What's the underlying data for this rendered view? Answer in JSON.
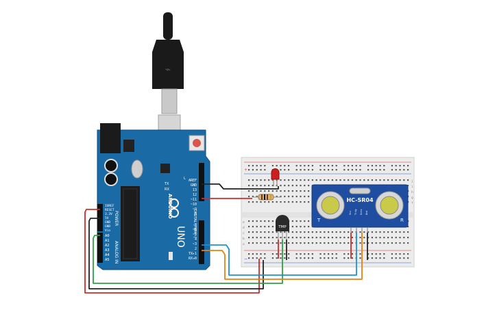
{
  "arduino": {
    "brand": "ARDUINO",
    "model": "UNO",
    "power_header_label": "POWER",
    "analog_header_label": "ANALOG IN",
    "digital_header_label": "DIGITAL (PWM~)",
    "power_pins": [
      "IOREF",
      "RESET",
      "3.3V",
      "5V",
      "GND",
      "GND",
      "Vin"
    ],
    "analog_pins": [
      "A0",
      "A1",
      "A2",
      "A3",
      "A4",
      "A5"
    ],
    "digital_top_pins": [
      "AREF",
      "GND",
      "13",
      "12",
      "~11",
      "~10",
      "~9",
      "8"
    ],
    "digital_bottom_pins": [
      "7",
      "~6",
      "~5",
      "4",
      "~3",
      "2",
      "TX▸1",
      "RX◂0"
    ],
    "led_labels": [
      "L",
      "TX",
      "RX"
    ],
    "board_color": "#1a6aa6"
  },
  "breadboard": {
    "row_letters_top": [
      "j",
      "i",
      "h",
      "g",
      "f"
    ],
    "row_letters_bottom": [
      "e",
      "d",
      "c",
      "b",
      "a"
    ],
    "rail_plus": "+",
    "rail_minus": "−"
  },
  "components": {
    "sensor_label": "HC-SR04",
    "sensor_pins": [
      "Vcc",
      "Trig",
      "Echo",
      "Gnd"
    ],
    "sensor_corner_left": "T",
    "sensor_corner_right": "R",
    "temp_sensor_label": "TMP",
    "led_color": "#cc1f1f",
    "resistor_color": "#d9b27a"
  },
  "wire_colors": {
    "red": "#d42a2a",
    "black": "#222222",
    "green": "#2ea043",
    "blue": "#1e90d6",
    "orange": "#e8820c"
  }
}
